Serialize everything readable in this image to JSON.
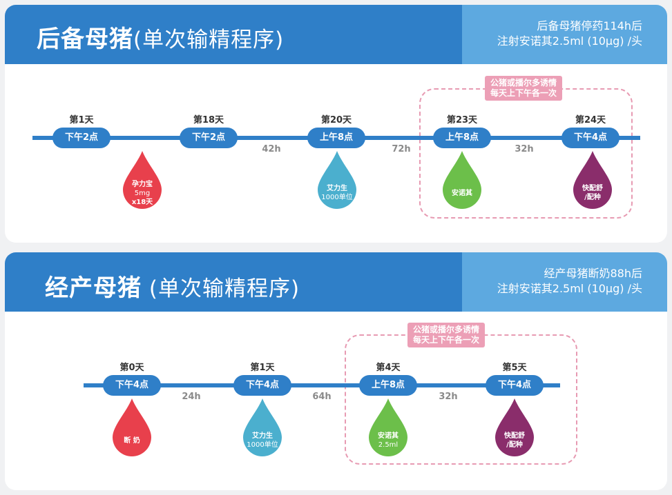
{
  "colors": {
    "blue": "#2f7fc8",
    "light_blue": "#5da9e0",
    "red": "#e8404c",
    "teal": "#4bafce",
    "green": "#6cbf4a",
    "purple": "#8a2d6b",
    "pink": "#ec9fb6"
  },
  "sections": [
    {
      "title_main": "后备母猪",
      "title_sub": "(单次输精程序)",
      "side_line1": "后备母猪停药114h后",
      "side_line2": "注射安诺其2.5ml (10μg) /头",
      "note": "公猪或播尔多诱情\n每天上下午各一次",
      "steps": [
        {
          "day": "第1天",
          "time": "下午2点"
        },
        {
          "day": "第18天",
          "time": "下午2点"
        },
        {
          "day": "第20天",
          "time": "上午8点"
        },
        {
          "day": "第23天",
          "time": "上午8点"
        },
        {
          "day": "第24天",
          "time": "下午4点"
        }
      ],
      "gaps": [
        "42h",
        "72h",
        "32h"
      ],
      "drops": [
        {
          "line1": "孕力宝",
          "line2": "5mg",
          "line3": "x18天",
          "color": "red"
        },
        {
          "line1": "艾力生",
          "line2": "1000单位",
          "line3": "",
          "color": "teal"
        },
        {
          "line1": "安诺其",
          "line2": "",
          "line3": "",
          "color": "green"
        },
        {
          "line1": "快配舒",
          "line2": "/配种",
          "line3": "",
          "color": "purple"
        }
      ]
    },
    {
      "title_main": "经产母猪",
      "title_sub": " (单次输精程序)",
      "side_line1": "经产母猪断奶88h后",
      "side_line2": "注射安诺其2.5ml (10μg) /头",
      "note": "公猪或播尔多诱情\n每天上下午各一次",
      "steps": [
        {
          "day": "第0天",
          "time": "下午4点"
        },
        {
          "day": "第1天",
          "time": "下午4点"
        },
        {
          "day": "第4天",
          "time": "上午8点"
        },
        {
          "day": "第5天",
          "time": "下午4点"
        }
      ],
      "gaps": [
        "24h",
        "64h",
        "32h"
      ],
      "drops": [
        {
          "line1": "断 奶",
          "line2": "",
          "line3": "",
          "color": "red"
        },
        {
          "line1": "艾力生",
          "line2": "1000单位",
          "line3": "",
          "color": "teal"
        },
        {
          "line1": "安诺其",
          "line2": "2.5ml",
          "line3": "",
          "color": "green"
        },
        {
          "line1": "快配舒",
          "line2": "/配种",
          "line3": "",
          "color": "purple"
        }
      ]
    }
  ]
}
